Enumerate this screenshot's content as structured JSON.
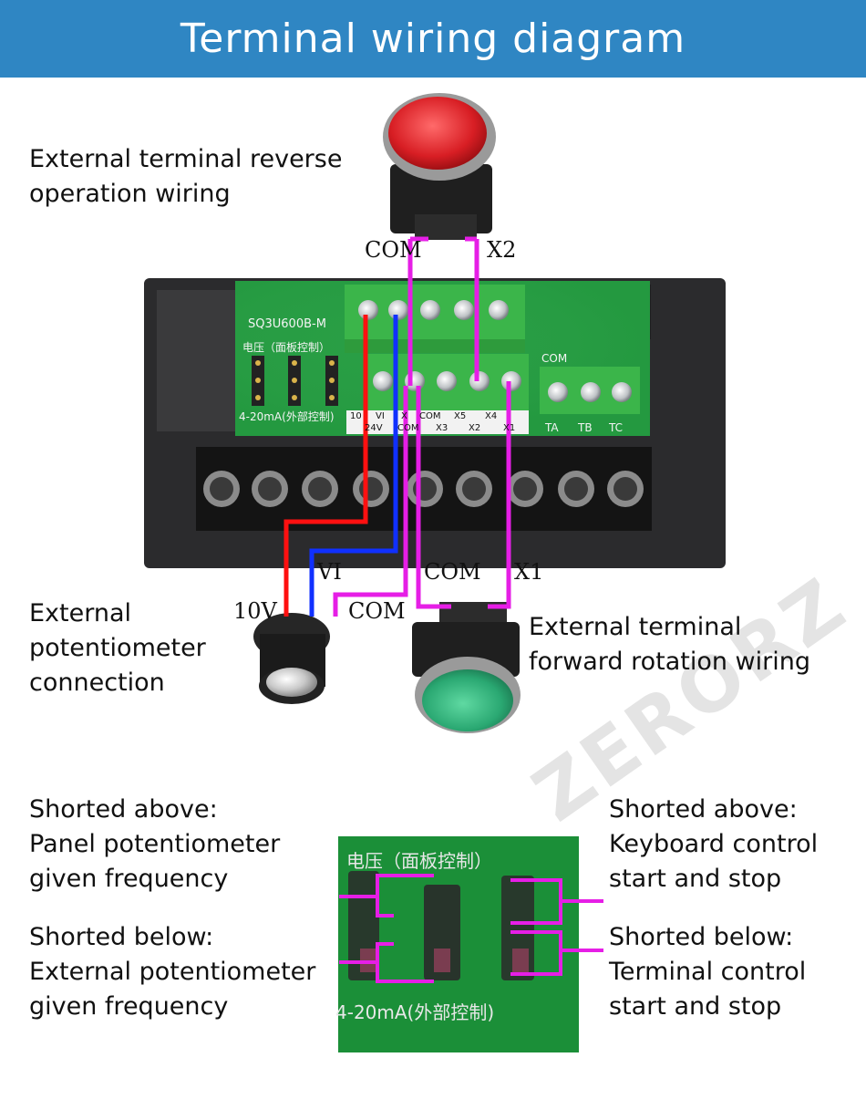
{
  "title": "Terminal wiring diagram",
  "notes": {
    "reverse": [
      "External terminal reverse",
      "operation wiring"
    ],
    "potentiometer": [
      "External",
      "potentiometer",
      "connection"
    ],
    "forward": [
      "External terminal",
      "forward rotation wiring"
    ],
    "left_above": [
      "Shorted above:",
      "Panel potentiometer",
      "given frequency"
    ],
    "left_below": [
      "Shorted below:",
      "External potentiometer",
      "given frequency"
    ],
    "right_above": [
      "Shorted above:",
      "Keyboard control",
      "start and stop"
    ],
    "right_below": [
      "Shorted below:",
      "Terminal control",
      "start and stop"
    ]
  },
  "wire_labels": {
    "com_top": "COM",
    "x2": "X2",
    "vi": "VI",
    "com_mid": "COM",
    "x1": "X1",
    "ten_v": "10V",
    "com_pot": "COM"
  },
  "board": {
    "model": "SQ3U600B-M",
    "voltage_panel": "电压（面板控制）",
    "current_external": "4-20mA(外部控制)",
    "terminals_top": [
      "10",
      "VI",
      "X",
      "COM",
      "X5",
      "X4"
    ],
    "terminals_bottom": [
      "24V",
      "COM",
      "X3",
      "X2",
      "X1"
    ],
    "relay_com": "COM",
    "relay_terminals": [
      "TA",
      "TB",
      "TC"
    ]
  },
  "closeup": {
    "top_label": "电压（面板控制）",
    "bottom_label": "4-20mA(外部控制)"
  },
  "watermark": "ZERORZ",
  "colors": {
    "banner": "#2f86c3",
    "wire_magenta": "#e61ee6",
    "wire_red": "#ff1010",
    "wire_blue": "#1030ff",
    "terminal_green": "#3bb54a",
    "pcb_green": "#1f9a3c",
    "button_red": "#e0262b",
    "button_green": "#2fae77"
  }
}
